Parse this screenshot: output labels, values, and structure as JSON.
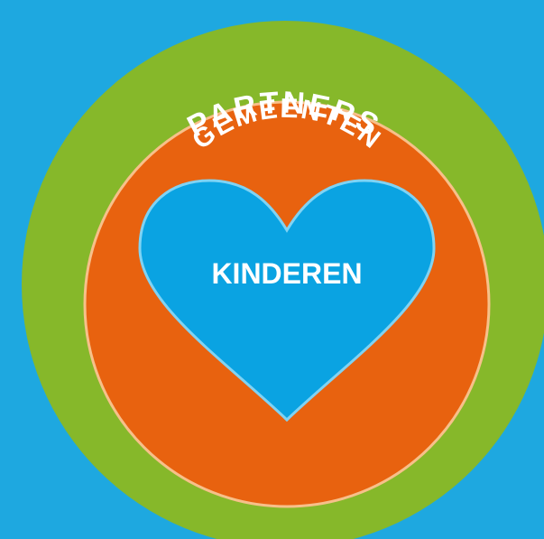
{
  "diagram": {
    "outer_ring": {
      "label": "PARTNERS",
      "color": "#86b82a"
    },
    "middle_ring": {
      "label": "GEMEENTEN",
      "color": "#e8620f",
      "outline_color": "#f7c08a"
    },
    "center_heart": {
      "label": "KINDEREN",
      "color": "#0aa3e2",
      "outline_color": "#7fd3f4"
    },
    "background_color": "#1ea8e0",
    "text_color": "#ffffff"
  }
}
